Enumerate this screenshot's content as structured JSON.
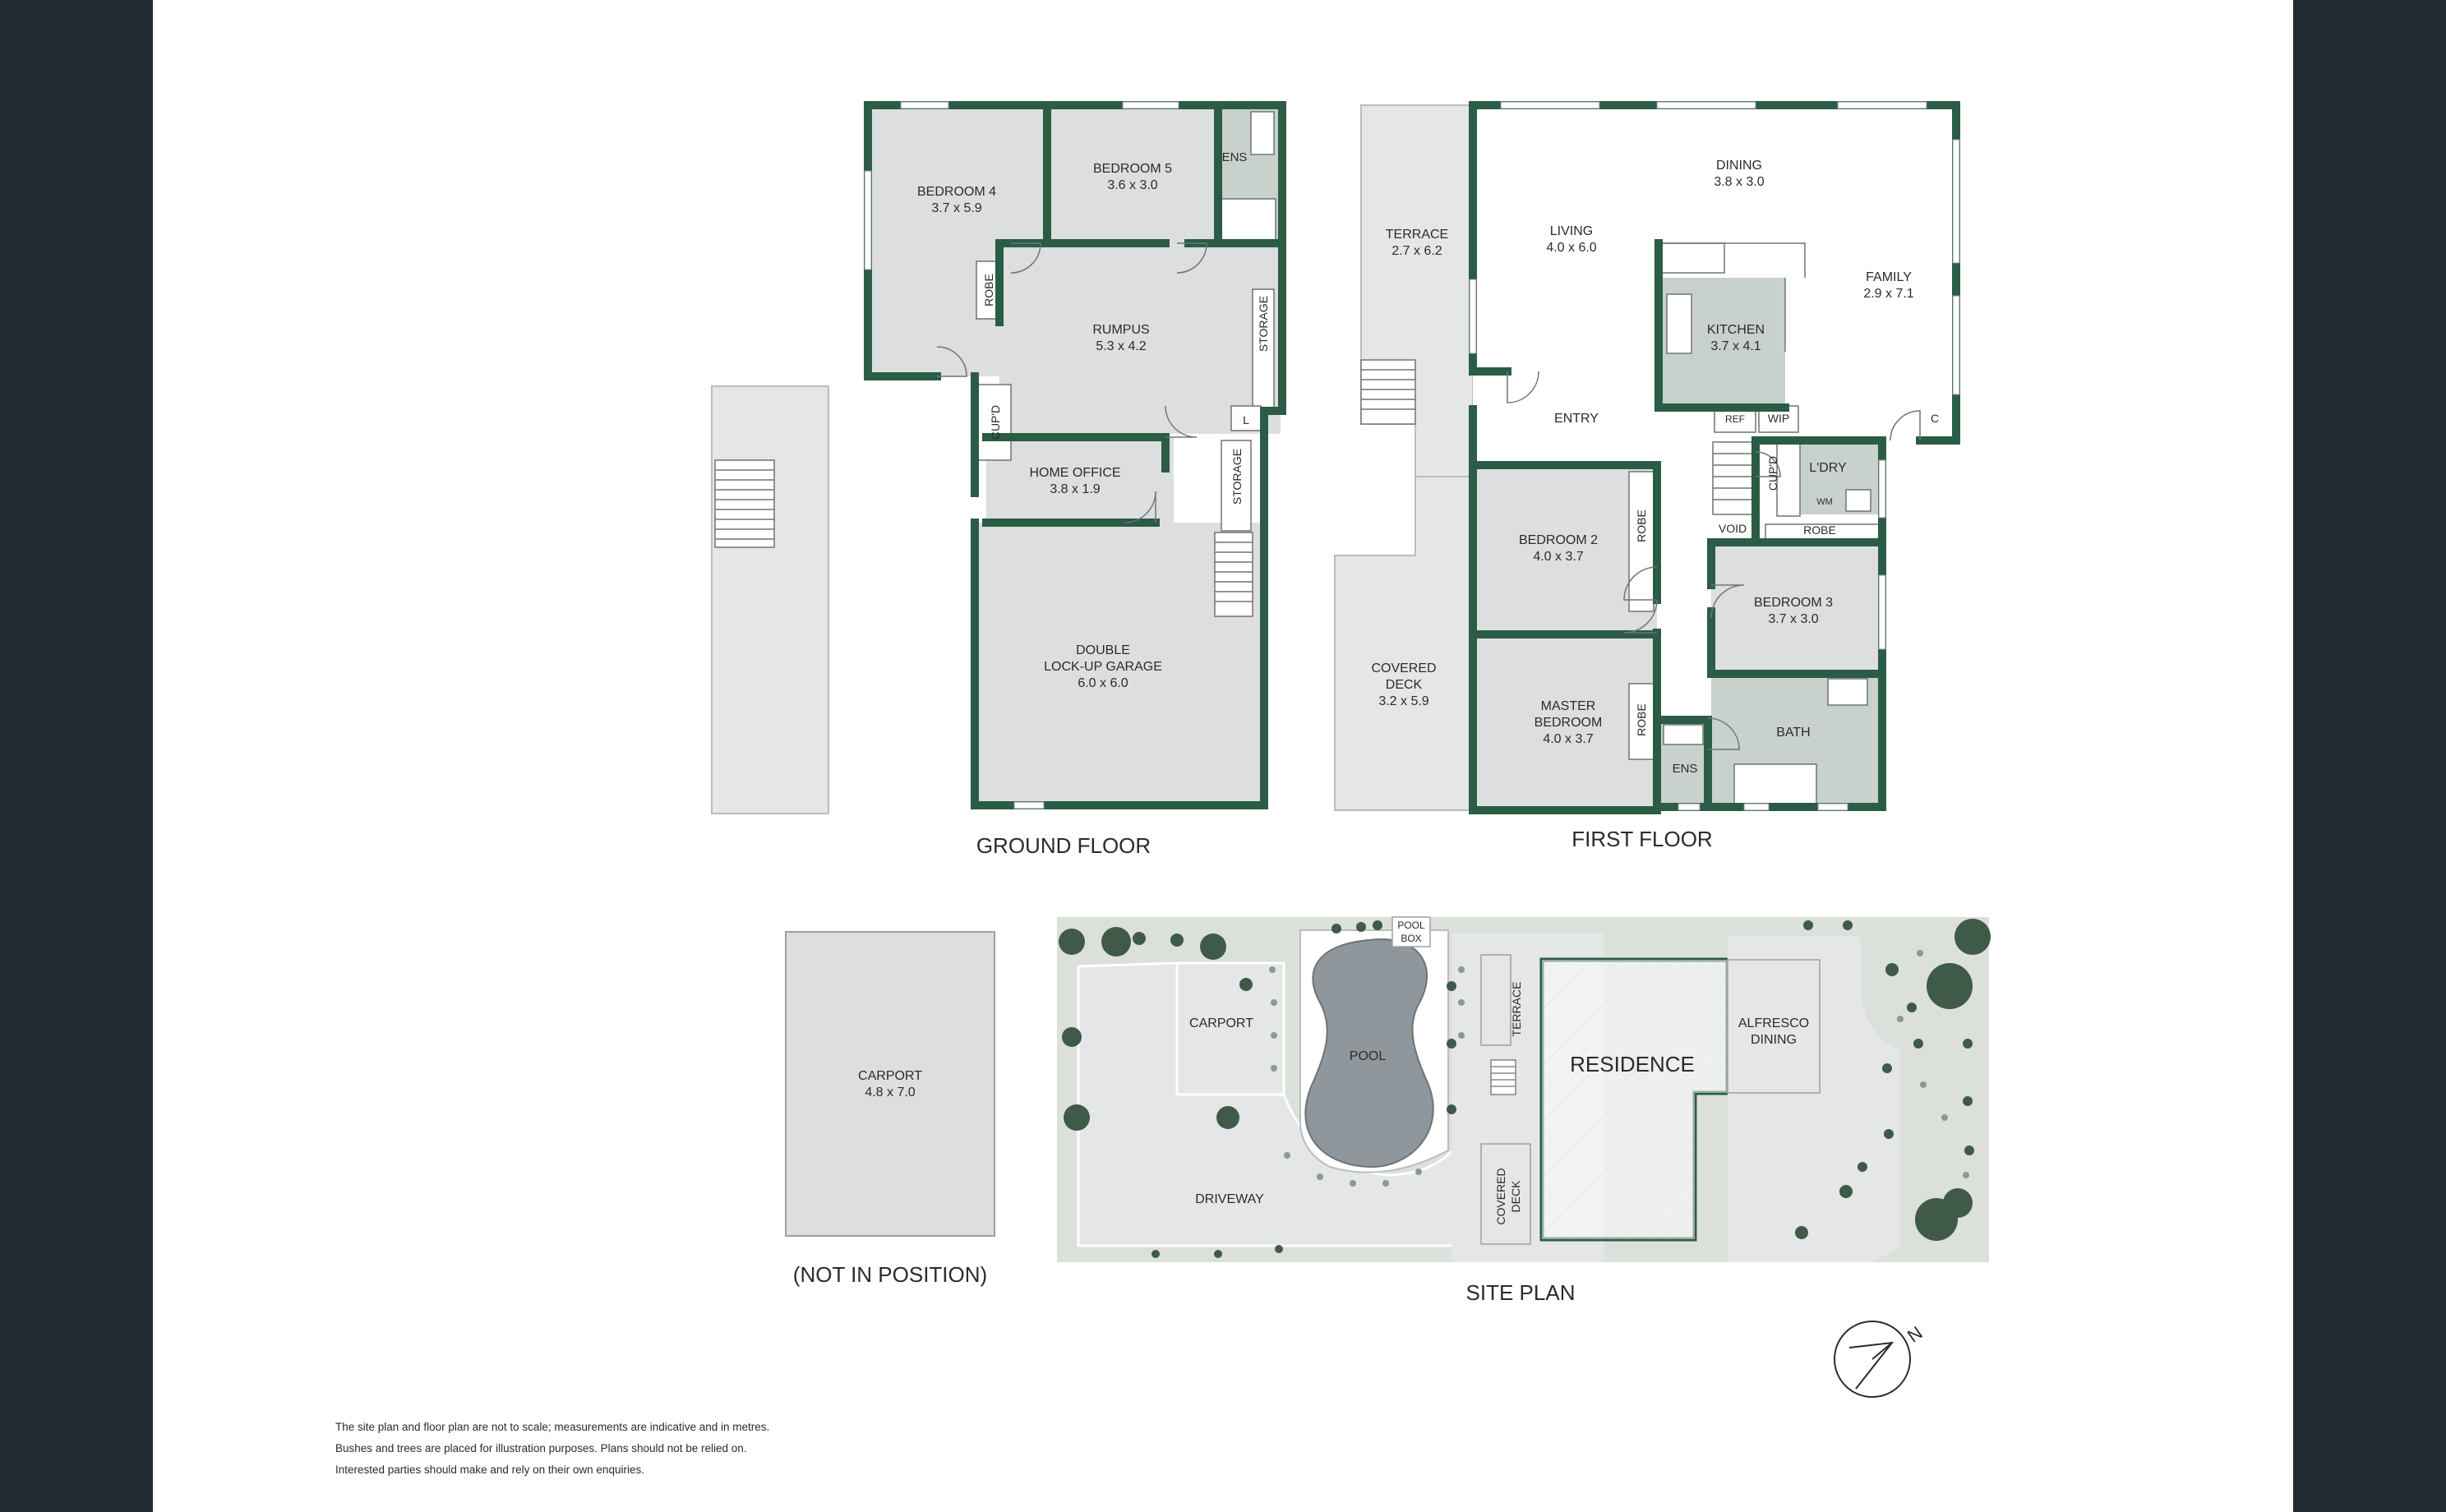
{
  "colors": {
    "wall": "#2b5c45",
    "room_fill": "#dcdedf",
    "wet_fill": "#c9d1cc",
    "outdoor_fill": "#e4e6e7",
    "landscape": "#dce0da",
    "pool": "#8f969c",
    "tree": "#3f5a48",
    "page_bg": "#232a31"
  },
  "ground_floor": {
    "title": "GROUND FLOOR",
    "rooms": [
      {
        "id": "bedroom4",
        "name": "BEDROOM 4",
        "size": "3.7 x 5.9"
      },
      {
        "id": "bedroom5",
        "name": "BEDROOM 5",
        "size": "3.6 x 3.0"
      },
      {
        "id": "ens",
        "name": "ENS",
        "size": ""
      },
      {
        "id": "rumpus",
        "name": "RUMPUS",
        "size": "5.3 x 4.2"
      },
      {
        "id": "home_office",
        "name": "HOME OFFICE",
        "size": "3.8 x 1.9"
      },
      {
        "id": "garage_line1",
        "name": "DOUBLE",
        "size": ""
      },
      {
        "id": "garage_line2",
        "name": "LOCK-UP GARAGE",
        "size": "6.0 x 6.0"
      }
    ],
    "small_labels": {
      "robe": "ROBE",
      "cupd": "CUP'D",
      "storage_upper": "STORAGE",
      "storage_lower": "STORAGE",
      "linen": "L"
    }
  },
  "first_floor": {
    "title": "FIRST FLOOR",
    "rooms": [
      {
        "id": "dining",
        "name": "DINING",
        "size": "3.8 x 3.0"
      },
      {
        "id": "living",
        "name": "LIVING",
        "size": "4.0 x 6.0"
      },
      {
        "id": "terrace",
        "name": "TERRACE",
        "size": "2.7 x 6.2"
      },
      {
        "id": "family",
        "name": "FAMILY",
        "size": "2.9 x 7.1"
      },
      {
        "id": "kitchen",
        "name": "KITCHEN",
        "size": "3.7 x 4.1"
      },
      {
        "id": "entry",
        "name": "ENTRY",
        "size": ""
      },
      {
        "id": "bedroom2",
        "name": "BEDROOM 2",
        "size": "4.0 x 3.7"
      },
      {
        "id": "bedroom3",
        "name": "BEDROOM 3",
        "size": "3.7 x 3.0"
      },
      {
        "id": "covered_deck",
        "name": "COVERED",
        "name2": "DECK",
        "size": "3.2 x 5.9"
      },
      {
        "id": "master",
        "name": "MASTER",
        "name2": "BEDROOM",
        "size": "4.0 x 3.7"
      },
      {
        "id": "bath",
        "name": "BATH",
        "size": ""
      },
      {
        "id": "ens",
        "name": "ENS",
        "size": ""
      },
      {
        "id": "ldry",
        "name": "L'DRY",
        "size": ""
      }
    ],
    "small_labels": {
      "ref": "REF",
      "wip": "WIP",
      "cupboard": "C",
      "cupd": "CUP'D",
      "void": "VOID",
      "robe_b3": "ROBE",
      "robe_b2": "ROBE",
      "robe_master": "ROBE",
      "wm": "WM"
    }
  },
  "site_plan": {
    "title": "SITE PLAN",
    "labels": {
      "pool_box_1": "POOL",
      "pool_box_2": "BOX",
      "carport": "CARPORT",
      "pool": "POOL",
      "terrace": "TERRACE",
      "residence": "RESIDENCE",
      "alfresco_1": "ALFRESCO",
      "alfresco_2": "DINING",
      "driveway": "DRIVEWAY",
      "covered_deck_1": "COVERED",
      "covered_deck_2": "DECK"
    },
    "north": "N"
  },
  "carport_separate": {
    "name": "CARPORT",
    "size": "4.8 x 7.0",
    "note": "(NOT IN POSITION)"
  },
  "disclaimer": [
    "The site plan and floor plan are not to scale; measurements are indicative and in metres.",
    "Bushes and trees are placed for illustration purposes. Plans should not be relied on.",
    "Interested parties should make and rely on their own enquiries."
  ]
}
